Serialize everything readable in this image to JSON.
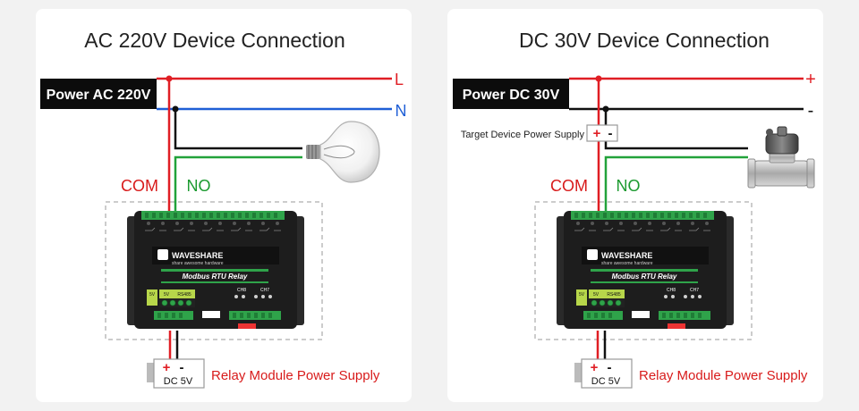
{
  "colors": {
    "live": "#e01e24",
    "neutral": "#1f5fd6",
    "no_wire": "#22a23a",
    "black": "#111111",
    "panel": "#ffffff",
    "label_red": "#d81b1b",
    "label_green": "#1b9a2f"
  },
  "left": {
    "title": "AC 220V Device Connection",
    "power_label": "Power AC 220V",
    "line1_label": "L",
    "line2_label": "N",
    "com_label": "COM",
    "no_label": "NO",
    "load_icon": "light-bulb-icon",
    "supply_plus": "+",
    "supply_minus": "-",
    "supply_label": "DC 5V",
    "supply_caption": "Relay Module Power Supply"
  },
  "right": {
    "title": "DC 30V Device Connection",
    "power_label": "Power DC 30V",
    "line1_label": "+",
    "line2_label": "-",
    "target_label": "Target Device Power Supply",
    "target_plus": "+",
    "target_minus": "-",
    "com_label": "COM",
    "no_label": "NO",
    "load_icon": "solenoid-valve-icon",
    "supply_plus": "+",
    "supply_minus": "-",
    "supply_label": "DC 5V",
    "supply_caption": "Relay Module Power Supply"
  },
  "module": {
    "brand": "WAVESHARE",
    "tagline": "share awesome hardware",
    "model": "Modbus RTU Relay",
    "port_5v": "5V",
    "port_rs485": "RS485",
    "ch8": "CH8",
    "ch7": "CH7"
  }
}
